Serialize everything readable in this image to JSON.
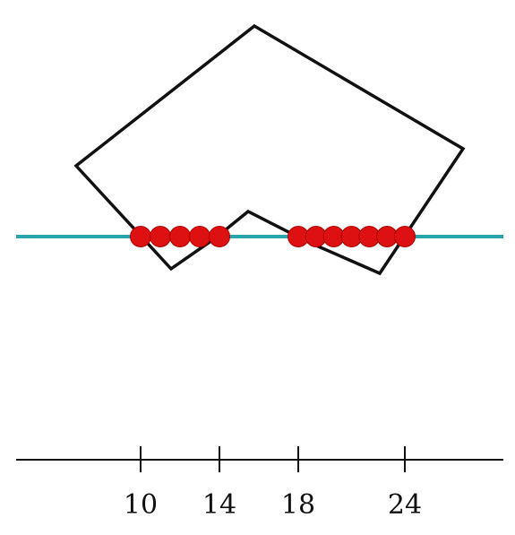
{
  "colors": {
    "background": "#ffffff",
    "polygon_stroke": "#111111",
    "scan_line": "#2aa5b0",
    "dot_fill": "#dd1111",
    "dot_stroke": "#b00000",
    "axis": "#111111"
  },
  "number_line": {
    "ticks": [
      {
        "value": 10,
        "label": "10"
      },
      {
        "value": 14,
        "label": "14"
      },
      {
        "value": 18,
        "label": "18"
      },
      {
        "value": 24,
        "label": "24"
      }
    ]
  },
  "intersection_spans": [
    {
      "from": 10,
      "to": 14
    },
    {
      "from": 18,
      "to": 24
    }
  ],
  "dot_values": [
    10,
    11,
    12,
    13,
    14,
    18,
    19,
    20,
    21,
    22,
    23,
    24
  ]
}
